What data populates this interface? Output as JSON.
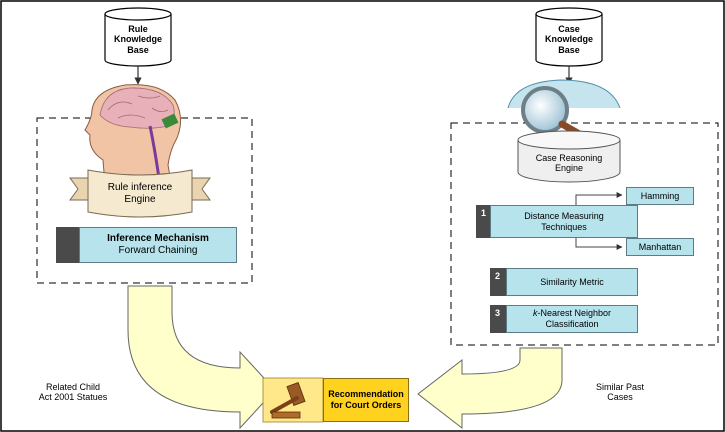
{
  "rule_kb": {
    "line1": "Rule",
    "line2": "Knowledge",
    "line3": "Base"
  },
  "case_kb": {
    "line1": "Case",
    "line2": "Knowledge",
    "line3": "Base"
  },
  "rule_engine": {
    "line1": "Rule inference",
    "line2": "Engine"
  },
  "inference": {
    "title": "Inference Mechanism",
    "subtitle": "Forward Chaining"
  },
  "case_engine": {
    "line1": "Case Reasoning",
    "line2": "Engine"
  },
  "techniques": [
    {
      "num": "1",
      "line1": "Distance Measuring",
      "line2": "Techniques"
    },
    {
      "num": "2",
      "line1": "Similarity Metric",
      "line2": ""
    },
    {
      "num": "3",
      "line1_prefix": "k",
      "line1_rest": "-Nearest Neighbor",
      "line2": "Classification"
    }
  ],
  "distance_methods": {
    "a": "Hamming",
    "b": "Manhattan"
  },
  "left_input": {
    "line1": "Related Child",
    "line2": "Act 2001 Statues"
  },
  "right_input": {
    "line1": "Similar Past",
    "line2": "Cases"
  },
  "recommendation": {
    "line1": "Recommendation",
    "line2": "for Court Orders"
  },
  "colors": {
    "box_fill": "#b7e3ec",
    "arrow_fill": "#ffffcc",
    "recommendation_fill": "#ffd21f",
    "number_fill": "#4a4a4a"
  },
  "icons": [
    "database-cylinder-icon",
    "brain-head-icon",
    "magnifier-icon",
    "gavel-icon"
  ]
}
